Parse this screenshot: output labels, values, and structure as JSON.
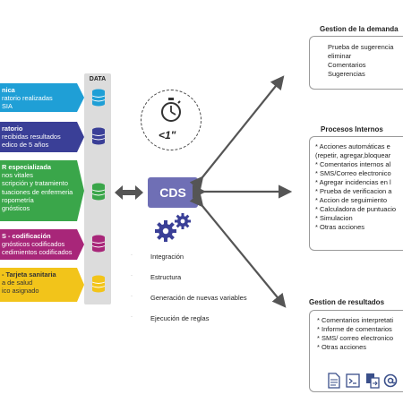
{
  "banners": [
    {
      "color": "#1f9fd6",
      "title": "nica",
      "lines": [
        "ratorio realizadas",
        "SIA"
      ]
    },
    {
      "color": "#3a3f97",
      "title": "ratorio",
      "lines": [
        "recibidas resultados",
        "edico de 5 años"
      ]
    },
    {
      "color": "#3aa64a",
      "title": "R especializada",
      "lines": [
        "nos vitales",
        "scripción y tratamiento",
        "tuaciones de enfermeria",
        "ropometría",
        "gnósticos"
      ]
    },
    {
      "color": "#a82679",
      "title": "S - codificación",
      "lines": [
        "gnósticos codificados",
        "cedimientos codificados"
      ]
    },
    {
      "color": "#f2c41a",
      "title": "- Tarjeta sanitaria",
      "lines": [
        "a de salud",
        "ico asignado"
      ]
    }
  ],
  "data_column": {
    "label": "DATA",
    "db_colors": [
      "#1f9fd6",
      "#3a3f97",
      "#3aa64a",
      "#a82679",
      "#f2c41a"
    ]
  },
  "timer": {
    "label": "<1\""
  },
  "cds": {
    "label": "CDS",
    "color": "#6f6fb5"
  },
  "cds_items": [
    "Integración",
    "Estructura",
    "Generación de nuevas variables",
    "Ejecución de reglas"
  ],
  "right": {
    "demand": {
      "title": "Gestion de la demanda",
      "items": [
        "Prueba de sugerencia",
        "eliminar",
        "Comentarios",
        "Sugerencias"
      ]
    },
    "internal": {
      "title": "Procesos Internos",
      "items": [
        "* Acciones automáticas e",
        "(repetir, agregar,bloquear",
        "* Comentarios internos al",
        "* SMS/Correo electronico",
        "* Agregar incidencias en l",
        "* Prueba de verificacion a",
        "* Accion de seguimiento",
        "* Calculadora de puntuacio",
        "* Simulacion",
        "* Otras acciones"
      ]
    },
    "results": {
      "title": "Gestion de resultados",
      "items": [
        "* Comentarios interpretati",
        "* Informe de comentarios",
        "* SMS/ correo electronico",
        "* Otras acciones"
      ]
    }
  },
  "results_icons": [
    "document-icon",
    "terminal-icon",
    "transfer-icon",
    "at-sign-icon"
  ],
  "colors": {
    "arrow": "#555555",
    "box_border": "#9a9a9a"
  }
}
